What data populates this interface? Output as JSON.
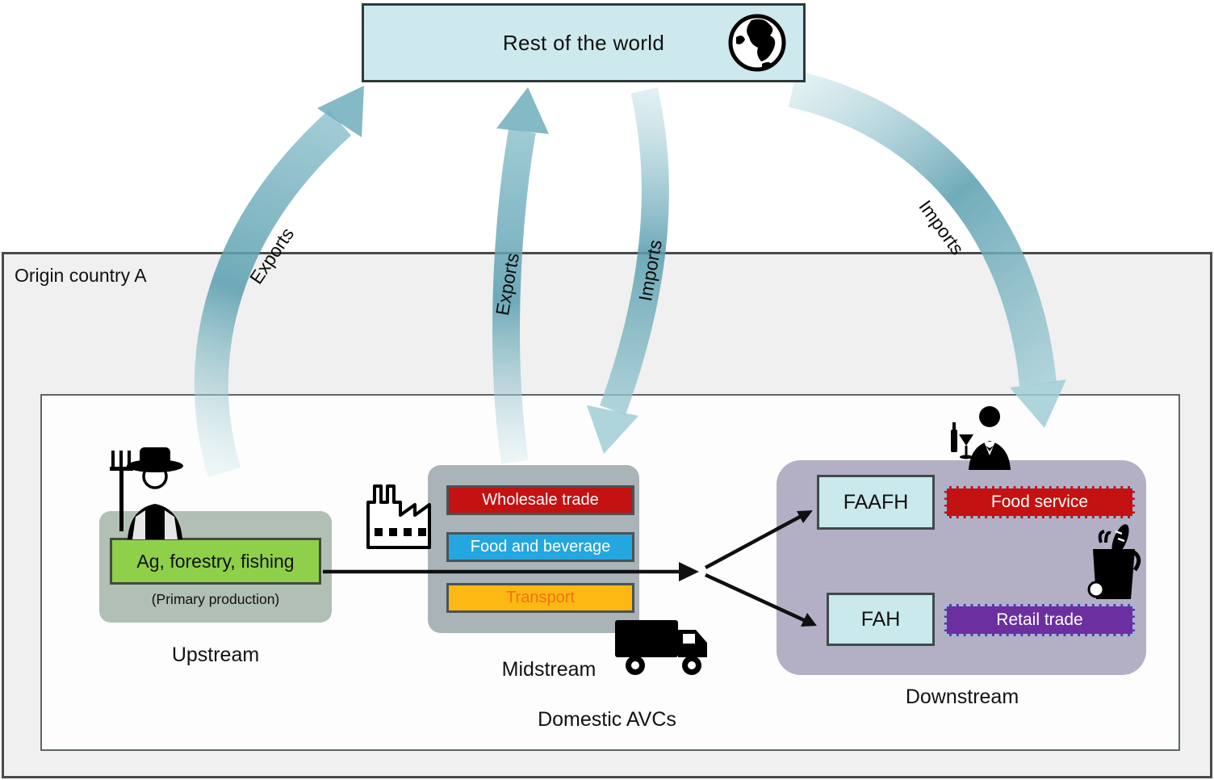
{
  "rest_of_world": {
    "label": "Rest of the world",
    "icon": "globe-icon"
  },
  "origin_country": {
    "label": "Origin country A"
  },
  "domestic": {
    "label": "Domestic AVCs"
  },
  "upstream": {
    "section_label": "Upstream",
    "primary_box_label": "Ag, forestry, fishing",
    "primary_box_caption": "(Primary production)",
    "icon": "farmer-icon",
    "box_color": "#8fd04b"
  },
  "midstream": {
    "section_label": "Midstream",
    "boxes": [
      {
        "label": "Wholesale trade",
        "color": "#c41111",
        "text_color": "#ffffff"
      },
      {
        "label": "Food and beverage",
        "color": "#24a7e0",
        "text_color": "#ffffff"
      },
      {
        "label": "Transport",
        "color": "#fdb814",
        "text_color": "#ee7310"
      }
    ],
    "icons": [
      "factory-icon",
      "truck-icon"
    ]
  },
  "downstream": {
    "section_label": "Downstream",
    "faafh_label": "FAAFH",
    "fah_label": "FAH",
    "food_service_label": "Food service",
    "retail_trade_label": "Retail trade",
    "icons": [
      "bartender-icon",
      "grocery-bag-icon"
    ],
    "colors": {
      "panel": "#b3b0c5",
      "member_boxes": "#c9e9ec",
      "food_service": "#c41111",
      "retail_trade": "#6b2fa0"
    }
  },
  "flows": {
    "exports_upstream_label": "Exports",
    "exports_midstream_label": "Exports",
    "imports_midstream_label": "Imports",
    "imports_downstream_label": "Imports",
    "arrow_color": "#589dae"
  }
}
